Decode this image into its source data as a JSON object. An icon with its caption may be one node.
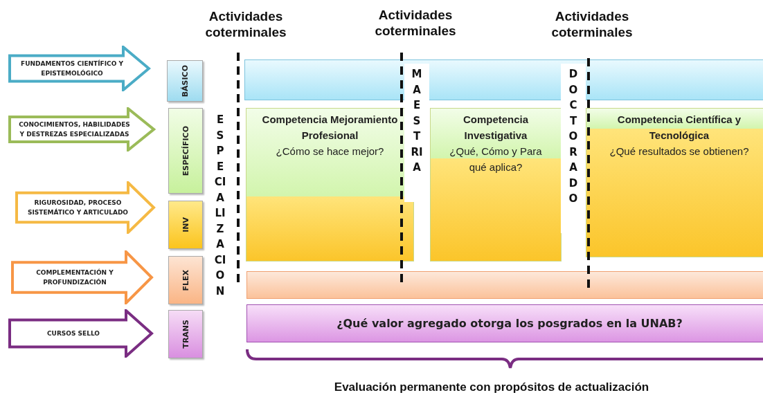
{
  "diagram": {
    "caption": "Evaluación permanente con propósitos de actualización",
    "nodes": [
      {
        "text": [
          "FUNDAMENTOS  CIENTÍFICO Y EPISTEMOLÓGICO"
        ]
      },
      {
        "text": [
          "CONOCIMIENTOS, HABILIDADES Y DESTREZAS ESPECIALIZADAS"
        ]
      },
      {
        "text": [
          "RIGUROSIDAD, PROCESO SISTEMÁTICO Y ARTICULADO"
        ]
      },
      {
        "text": [
          "COMPLEMENTACIÓN Y PROFUNDIZACIÓN"
        ]
      },
      {
        "text": [
          "CURSOS SELLO"
        ]
      },
      {
        "text": [
          "BÁSICO"
        ]
      },
      {
        "text": [
          "ESPECÍFICO"
        ]
      },
      {
        "text": [
          "INV"
        ]
      },
      {
        "text": [
          "FLEX"
        ]
      },
      {
        "text": [
          "TRANS"
        ]
      },
      {
        "text": [
          "ESPECIALIZACION"
        ]
      },
      {
        "text": [
          "MAESTRIA"
        ]
      },
      {
        "text": [
          "DOCTORADO"
        ]
      },
      {
        "text": [],
        "shape": "bar"
      },
      {
        "text": [
          "Competencia Mejoramiento Profesional",
          "¿Cómo se hace mejor?"
        ]
      },
      {
        "text": [
          "Competencia Investigativa",
          "¿Qué, Cómo y Para qué aplica?"
        ]
      },
      {
        "text": [
          "Competencia Científica y Tecnológica",
          "¿Qué resultados se obtienen?"
        ]
      },
      {
        "text": [],
        "shape": "bar"
      },
      {
        "text": [
          "¿Qué valor agregado otorga los posgrados en la UNAB?"
        ]
      }
    ],
    "labels": [
      "Actividades coterminales",
      "Actividades coterminales",
      "Actividades coterminales"
    ]
  }
}
